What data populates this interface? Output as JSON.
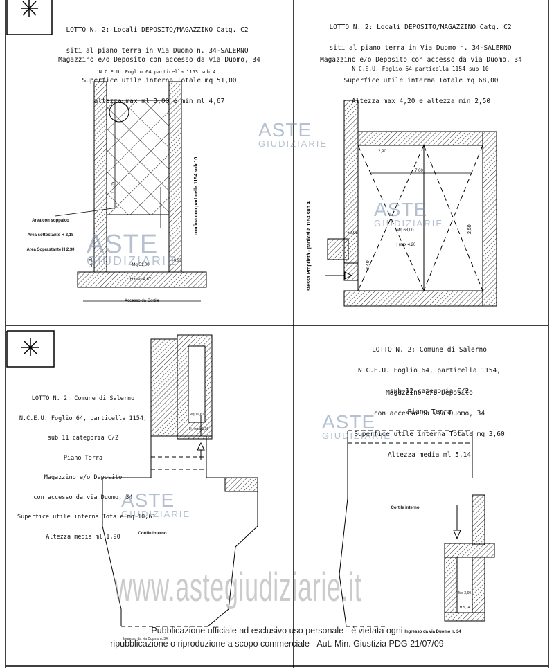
{
  "panel1": {
    "title": [
      "LOTTO N. 2: Locali DEPOSITO/MAGAZZINO Catg. C2",
      "siti al piano terra in Via Duomo n. 34-SALERNO",
      "N.C.E.U. Foglio 64 particella 1153 sub 4"
    ],
    "desc": [
      "Magazzino e/o Deposito con accesso da via Duomo, 34",
      "Superfice utile interna Totale mq 51,00",
      "altezza max ml 3,00 e min ml 4,67"
    ],
    "sop_label": [
      "Area con soppalco",
      "Area sottostante H 2,18",
      "Area Soprastante H 2,30"
    ],
    "room_label": [
      "Mq 51,00",
      "H max 4,67"
    ],
    "confina": "confina con particella 1154 sub 10",
    "accesso": "Accesso da Cortile",
    "dims": [
      "11,75",
      "2,00",
      "+0,95"
    ]
  },
  "panel2": {
    "title": [
      "LOTTO N. 2: Locali DEPOSITO/MAGAZZINO Catg. C2",
      "siti al piano terra in Via Duomo n. 34-SALERNO",
      "N.C.E.U. Foglio 64 particella 1154 sub 10"
    ],
    "desc": [
      "Magazzino e/o Deposito con accesso da via Duomo, 34",
      "Superfice utile interna Totale mq 68,00",
      "Altezza max 4,20 e altezza min 2,50"
    ],
    "room_label": [
      "Mq 68,00",
      "H max 4,20"
    ],
    "side": "stessa Proprietà - particella 1153 sub 4",
    "dims": [
      "2,90",
      "7,00",
      "+0,95",
      "2,50",
      "3,40"
    ]
  },
  "panel3": {
    "title": [
      "LOTTO N. 2: Comune di Salerno",
      "N.C.E.U. Foglio 64, particella 1154,",
      "sub 11 categoria C/2",
      "Piano Terra",
      "Magazzino e/o Deposito",
      "con accesso da via Duomo, 34",
      "Superfice utile interna Totale mq 10,61",
      "Altezza media ml 1,90"
    ],
    "room_label": [
      "Mq 10,61",
      "H media1,90"
    ],
    "cortile": "Cortile interno",
    "ingresso": "Ingresso da via Duomo n. 34"
  },
  "panel4": {
    "title": [
      "LOTTO N. 2: Comune di Salerno",
      "N.C.E.U. Foglio 64, particella 1154,",
      "sub 12 categoria C/2",
      "Piano Terra"
    ],
    "desc": [
      "Magazzino e/o Deposito",
      "con accesso da via Duomo, 34",
      "Superfice utile interna Totale mq 3,60",
      "Altezza media ml 5,14"
    ],
    "room_label": [
      "Mq 3,60",
      "H 5,14"
    ],
    "cortile": "Cortile interno",
    "ingresso": "Ingresso da via Duomo n. 34"
  },
  "watermark": {
    "aste": "ASTE",
    "giudiziarie": "GIUDIZIARIE",
    "url": "www.astegiudiziarie.it"
  },
  "footer": [
    "Pubblicazione ufficiale ad esclusivo uso personale - è vietata ogni",
    "ripubblicazione o riproduzione a scopo commerciale - Aut. Min. Giustizia PDG 21/07/09"
  ]
}
